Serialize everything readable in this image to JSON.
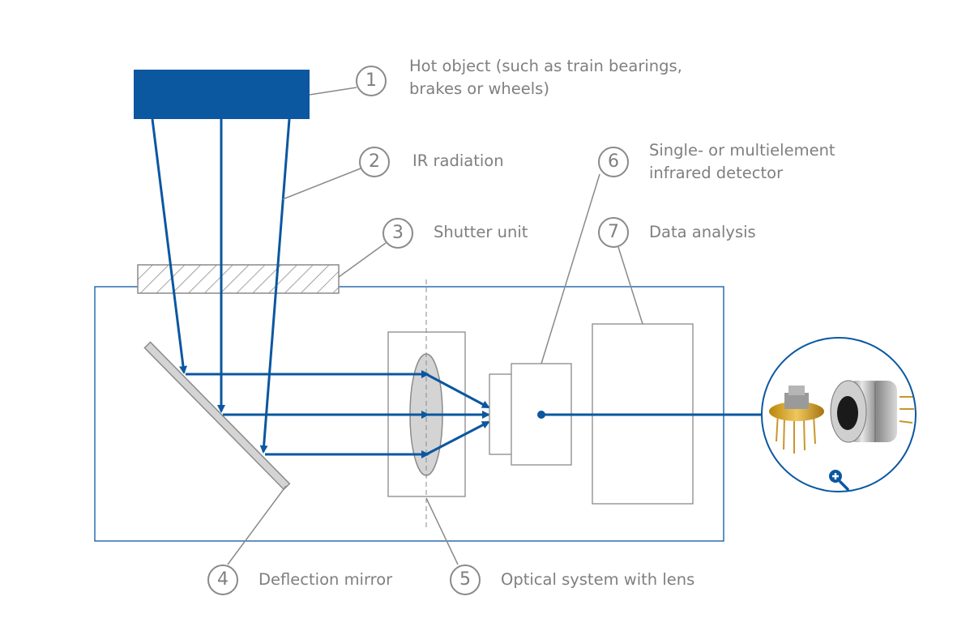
{
  "diagram": {
    "title": "Infrared measurement system schematic",
    "colors": {
      "beam": "#0b57a0",
      "outline": "#8a8a8a",
      "text": "#7f7f7f",
      "mirror_fill": "#d4d4d4"
    },
    "callouts": [
      {
        "number": "1",
        "lines": [
          "Hot object (such as train bearings,",
          "brakes or wheels)"
        ]
      },
      {
        "number": "2",
        "lines": [
          "IR radiation"
        ]
      },
      {
        "number": "3",
        "lines": [
          "Shutter unit"
        ]
      },
      {
        "number": "4",
        "lines": [
          "Deflection mirror"
        ]
      },
      {
        "number": "5",
        "lines": [
          "Optical system with lens"
        ]
      },
      {
        "number": "6",
        "lines": [
          "Single- or multielement",
          "infrared detector"
        ]
      },
      {
        "number": "7",
        "lines": [
          "Data analysis"
        ]
      }
    ],
    "zoom_icon": "magnifier-plus-icon",
    "photo": "infrared-detector-photo"
  }
}
